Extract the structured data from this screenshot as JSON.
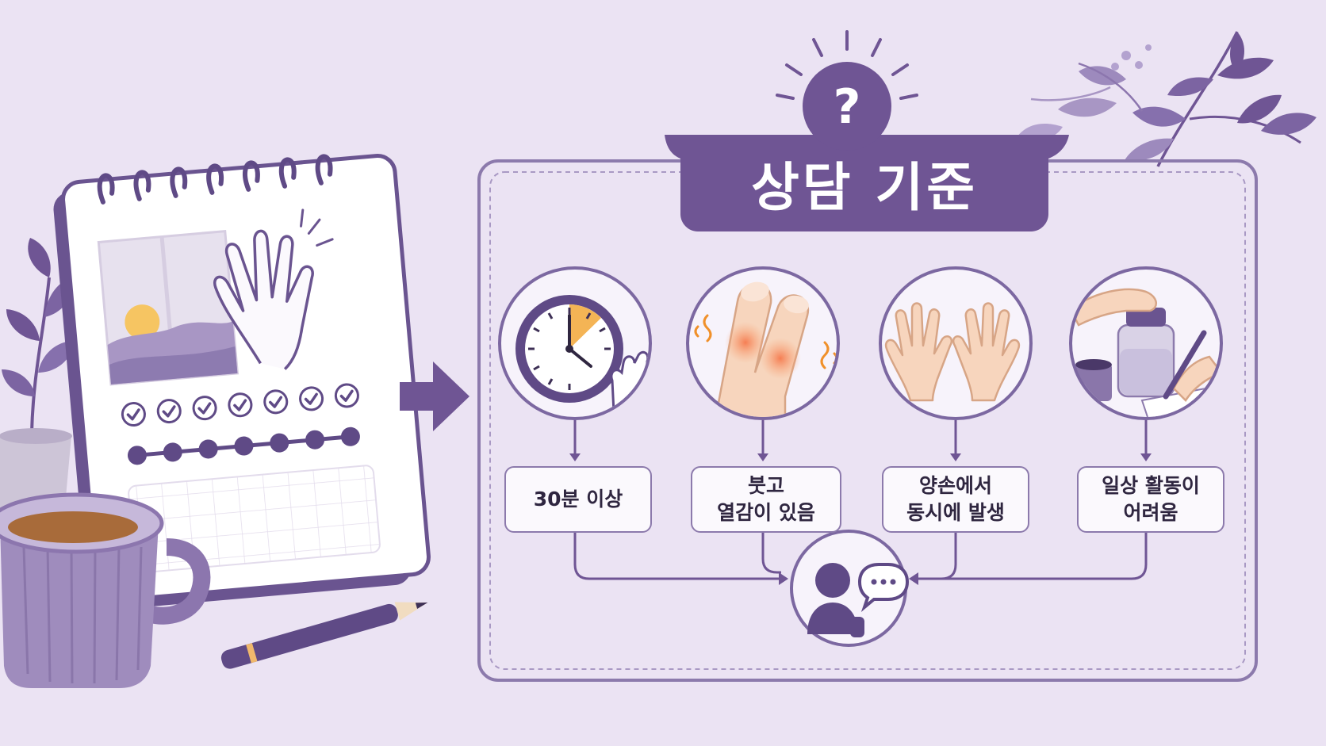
{
  "header": {
    "question_mark": "?",
    "title": "상담 기준"
  },
  "criteria": [
    {
      "icon": "clock-icon",
      "label": "30분 이상"
    },
    {
      "icon": "swollen-fingers-icon",
      "label": "붓고\n열감이 있음"
    },
    {
      "icon": "both-hands-icon",
      "label": "양손에서\n동시에 발생"
    },
    {
      "icon": "jar-and-writing-icon",
      "label": "일상 활동이\n어려움"
    }
  ],
  "result_icon": "consultation-icon",
  "colors": {
    "background": "#ebe3f3",
    "accent": "#6f5594",
    "panel_border": "#8c7aac",
    "label_bg": "#fbf9fd",
    "highlight": "#f4b455"
  }
}
